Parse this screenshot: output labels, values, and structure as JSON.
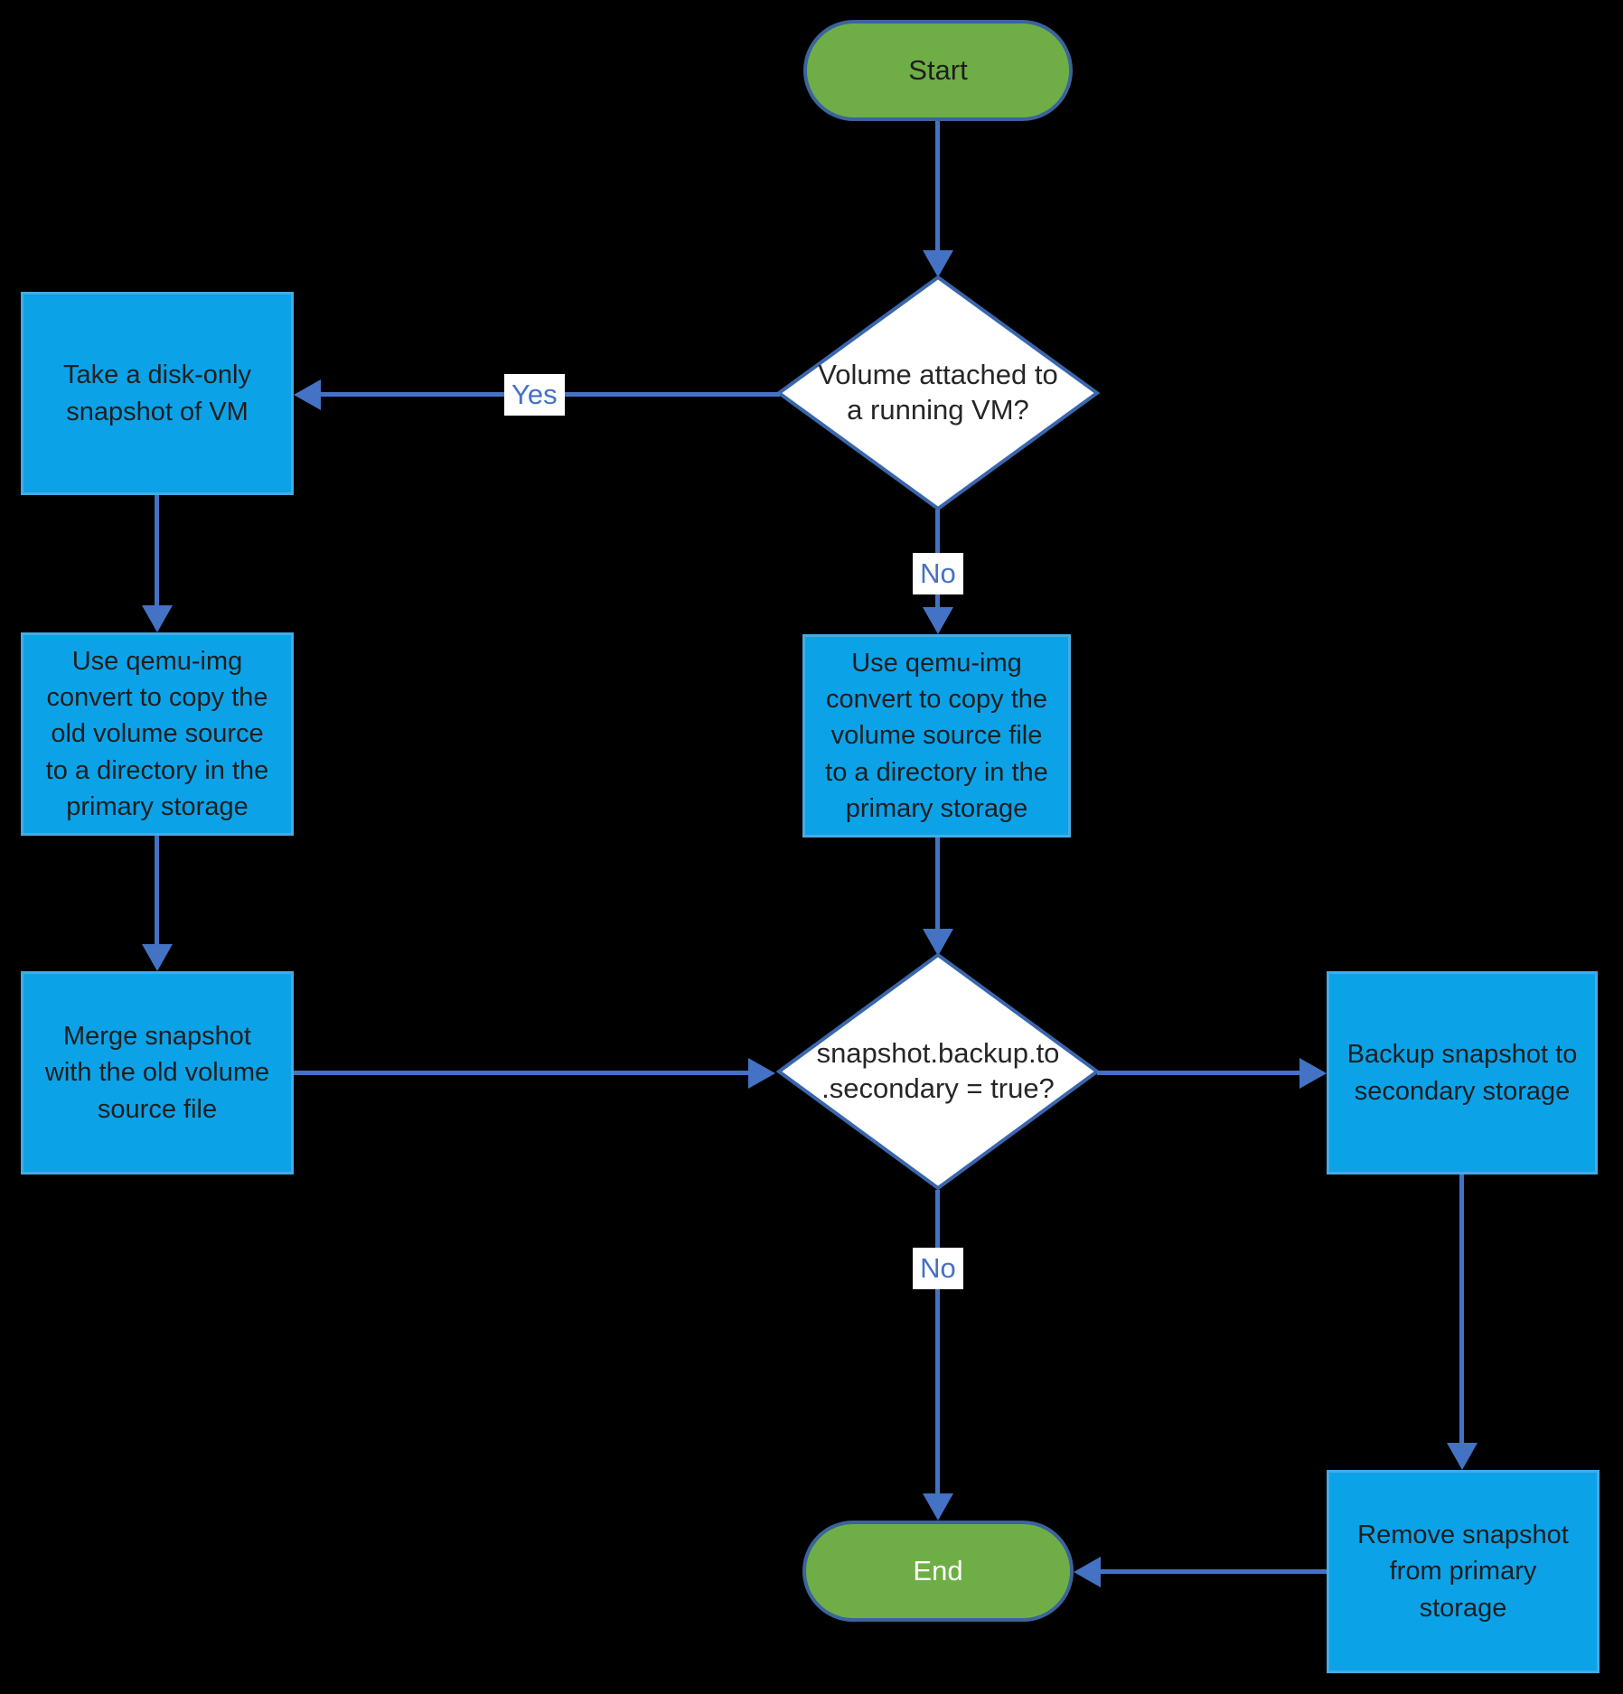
{
  "nodes": {
    "start": {
      "label": "Start",
      "type": "terminator"
    },
    "volume_attached_decision": {
      "label": "Volume attached to\na running VM?",
      "type": "decision"
    },
    "take_disk_only_snapshot": {
      "label": "Take a disk-only\nsnapshot of VM",
      "type": "process"
    },
    "copy_old_volume_source": {
      "label": "Use qemu-img\nconvert to copy the\nold volume source\nto a directory in the\nprimary storage",
      "type": "process"
    },
    "merge_snapshot": {
      "label": "Merge snapshot\nwith the old volume\nsource file",
      "type": "process"
    },
    "copy_volume_source": {
      "label": "Use qemu-img\nconvert to copy the\nvolume source file\nto a directory in the\nprimary storage",
      "type": "process"
    },
    "backup_to_secondary_decision": {
      "label": "snapshot.backup.to\n.secondary = true?",
      "type": "decision"
    },
    "backup_snapshot_to_secondary": {
      "label": "Backup snapshot to\nsecondary storage",
      "type": "process"
    },
    "remove_snapshot_from_primary": {
      "label": "Remove snapshot\nfrom primary\nstorage",
      "type": "process"
    },
    "end": {
      "label": "End",
      "type": "terminator"
    }
  },
  "edge_labels": {
    "yes_running_vm": "Yes",
    "no_running_vm": "No",
    "no_backup_secondary": "No"
  },
  "colors": {
    "background": "#000000",
    "process_fill": "#0ca2e8",
    "process_border": "#45abe3",
    "terminator_fill": "#6fae47",
    "shape_border": "#3a649c",
    "decision_fill": "#ffffff",
    "decision_border": "#3a66ad",
    "connector": "#4472c4",
    "edge_label_color": "#4472c4",
    "edge_label_bg": "#ffffff",
    "text_dark": "#1e1e1e",
    "end_text": "#ffffff"
  }
}
